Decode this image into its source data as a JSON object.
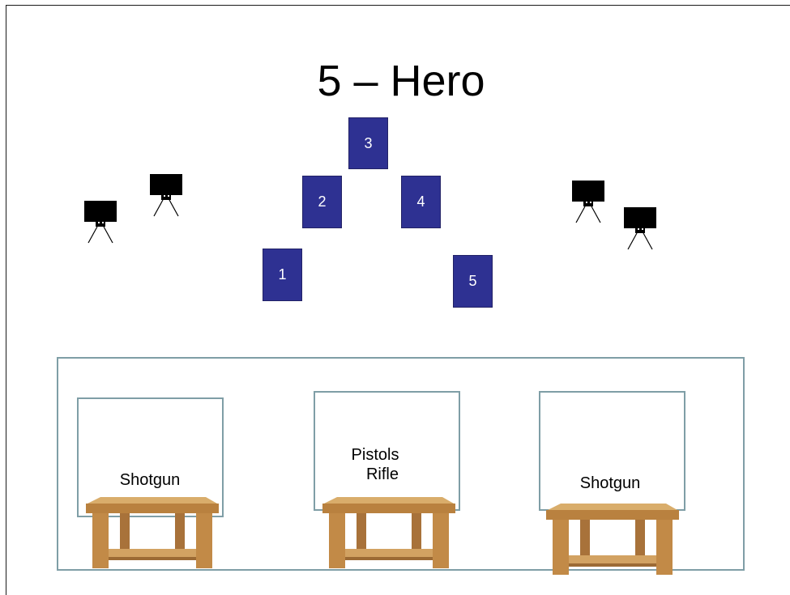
{
  "title": "5 – Hero",
  "targets": [
    {
      "label": "1"
    },
    {
      "label": "2"
    },
    {
      "label": "3"
    },
    {
      "label": "4"
    },
    {
      "label": "5"
    }
  ],
  "poppers": [
    {
      "icon": "steel-popper-icon"
    },
    {
      "icon": "steel-popper-icon"
    },
    {
      "icon": "steel-popper-icon"
    },
    {
      "icon": "steel-popper-icon"
    }
  ],
  "stations": [
    {
      "lines": [
        "Shotgun"
      ]
    },
    {
      "lines": [
        "Pistols",
        "Rifle"
      ]
    },
    {
      "lines": [
        "Shotgun"
      ]
    }
  ],
  "colors": {
    "target_fill": "#2e3192",
    "area_border": "#7f9ea6",
    "popper": "#000000",
    "table_wood": "#c89a5a"
  }
}
